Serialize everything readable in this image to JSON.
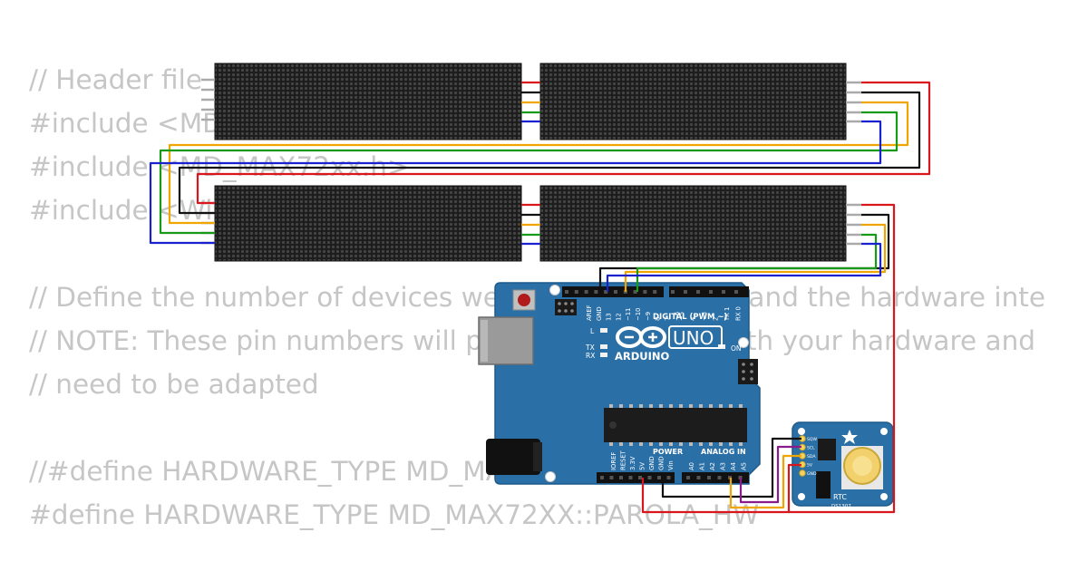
{
  "code": {
    "lines": [
      "// Header file",
      "#include <MD_",
      "#include <MD_MAX72xx.h>",
      "#include <Wire",
      "",
      "// Define the number of devices we have in the chain and the hardware inte",
      "// NOTE: These pin numbers will probably not work with your hardware and",
      "// need to be adapted",
      "",
      "//#define HARDWARE_TYPE MD_MAX72XX::",
      "#define HARDWARE_TYPE MD_MAX72XX::PAROLA_HW"
    ]
  },
  "arduino": {
    "brand": "ARDUINO",
    "model": "UNO",
    "digital_label": "DIGITAL (PWM ~)",
    "power_label": "POWER",
    "analog_label": "ANALOG IN",
    "on_label": "ON",
    "led_labels": [
      "L",
      "TX",
      "RX"
    ],
    "top_pins": [
      "AREF",
      "GND",
      "13",
      "12",
      "~11",
      "~10",
      "~9",
      "8",
      "7",
      "~6",
      "~5",
      "4",
      "~3",
      "2",
      "TX 1",
      "RX 0"
    ],
    "power_pins": [
      "IOREF",
      "RESET",
      "3.3V",
      "5V",
      "GND",
      "GND",
      "Vin"
    ],
    "analog_pins": [
      "A0",
      "A1",
      "A2",
      "A3",
      "A4",
      "A5"
    ]
  },
  "rtc": {
    "label": "RTC",
    "chip": "DS1307",
    "pins": [
      "SQW",
      "SCL",
      "SDA",
      "5V",
      "GND"
    ]
  },
  "colors": {
    "wire_red": "#d8161b",
    "wire_black": "#111111",
    "wire_orange": "#f0a500",
    "wire_green": "#179a17",
    "wire_blue": "#1a22d0",
    "wire_purple": "#8b1a8b",
    "board_blue": "#2a6fa6",
    "matrix_body": "#1d1d1d",
    "matrix_led": "#404040",
    "code_text": "#c6c6c6"
  }
}
